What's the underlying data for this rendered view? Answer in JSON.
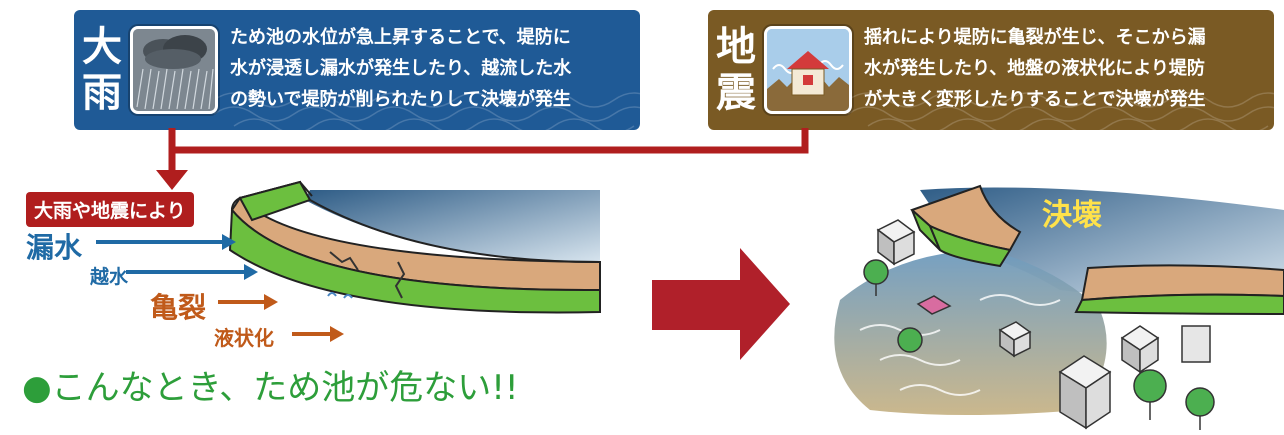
{
  "rain_panel": {
    "kanji_line1": "大",
    "kanji_line2": "雨",
    "icon": "heavy-rain-icon",
    "text_line1": "ため池の水位が急上昇することで、堤防に",
    "text_line2": "水が浸透し漏水が発生したり、越流した水",
    "text_line3": "の勢いで堤防が削られたりして決壊が発生",
    "color": "#1f5a96"
  },
  "quake_panel": {
    "kanji_line1": "地",
    "kanji_line2": "震",
    "icon": "earthquake-house-icon",
    "text_line1": "揺れにより堤防に亀裂が生じ、そこから漏",
    "text_line2": "水が発生したり、地盤の液状化により堤防",
    "text_line3": "が大きく変形したりすることで決壊が発生",
    "color": "#7a5a24"
  },
  "cause_label": "大雨や地震により",
  "phenomena": [
    {
      "label": "漏水",
      "color": "#1f6aa5"
    },
    {
      "label": "越水",
      "color": "#1f6aa5"
    },
    {
      "label": "亀裂",
      "color": "#c05a1a"
    },
    {
      "label": "液状化",
      "color": "#c05a1a"
    }
  ],
  "headline": "こんなとき、ため池が危ない!!",
  "breach_label": "決壊",
  "accent_red": "#b01e1e",
  "dike_green": "#6cbf3f",
  "dike_tan": "#d9a87c"
}
